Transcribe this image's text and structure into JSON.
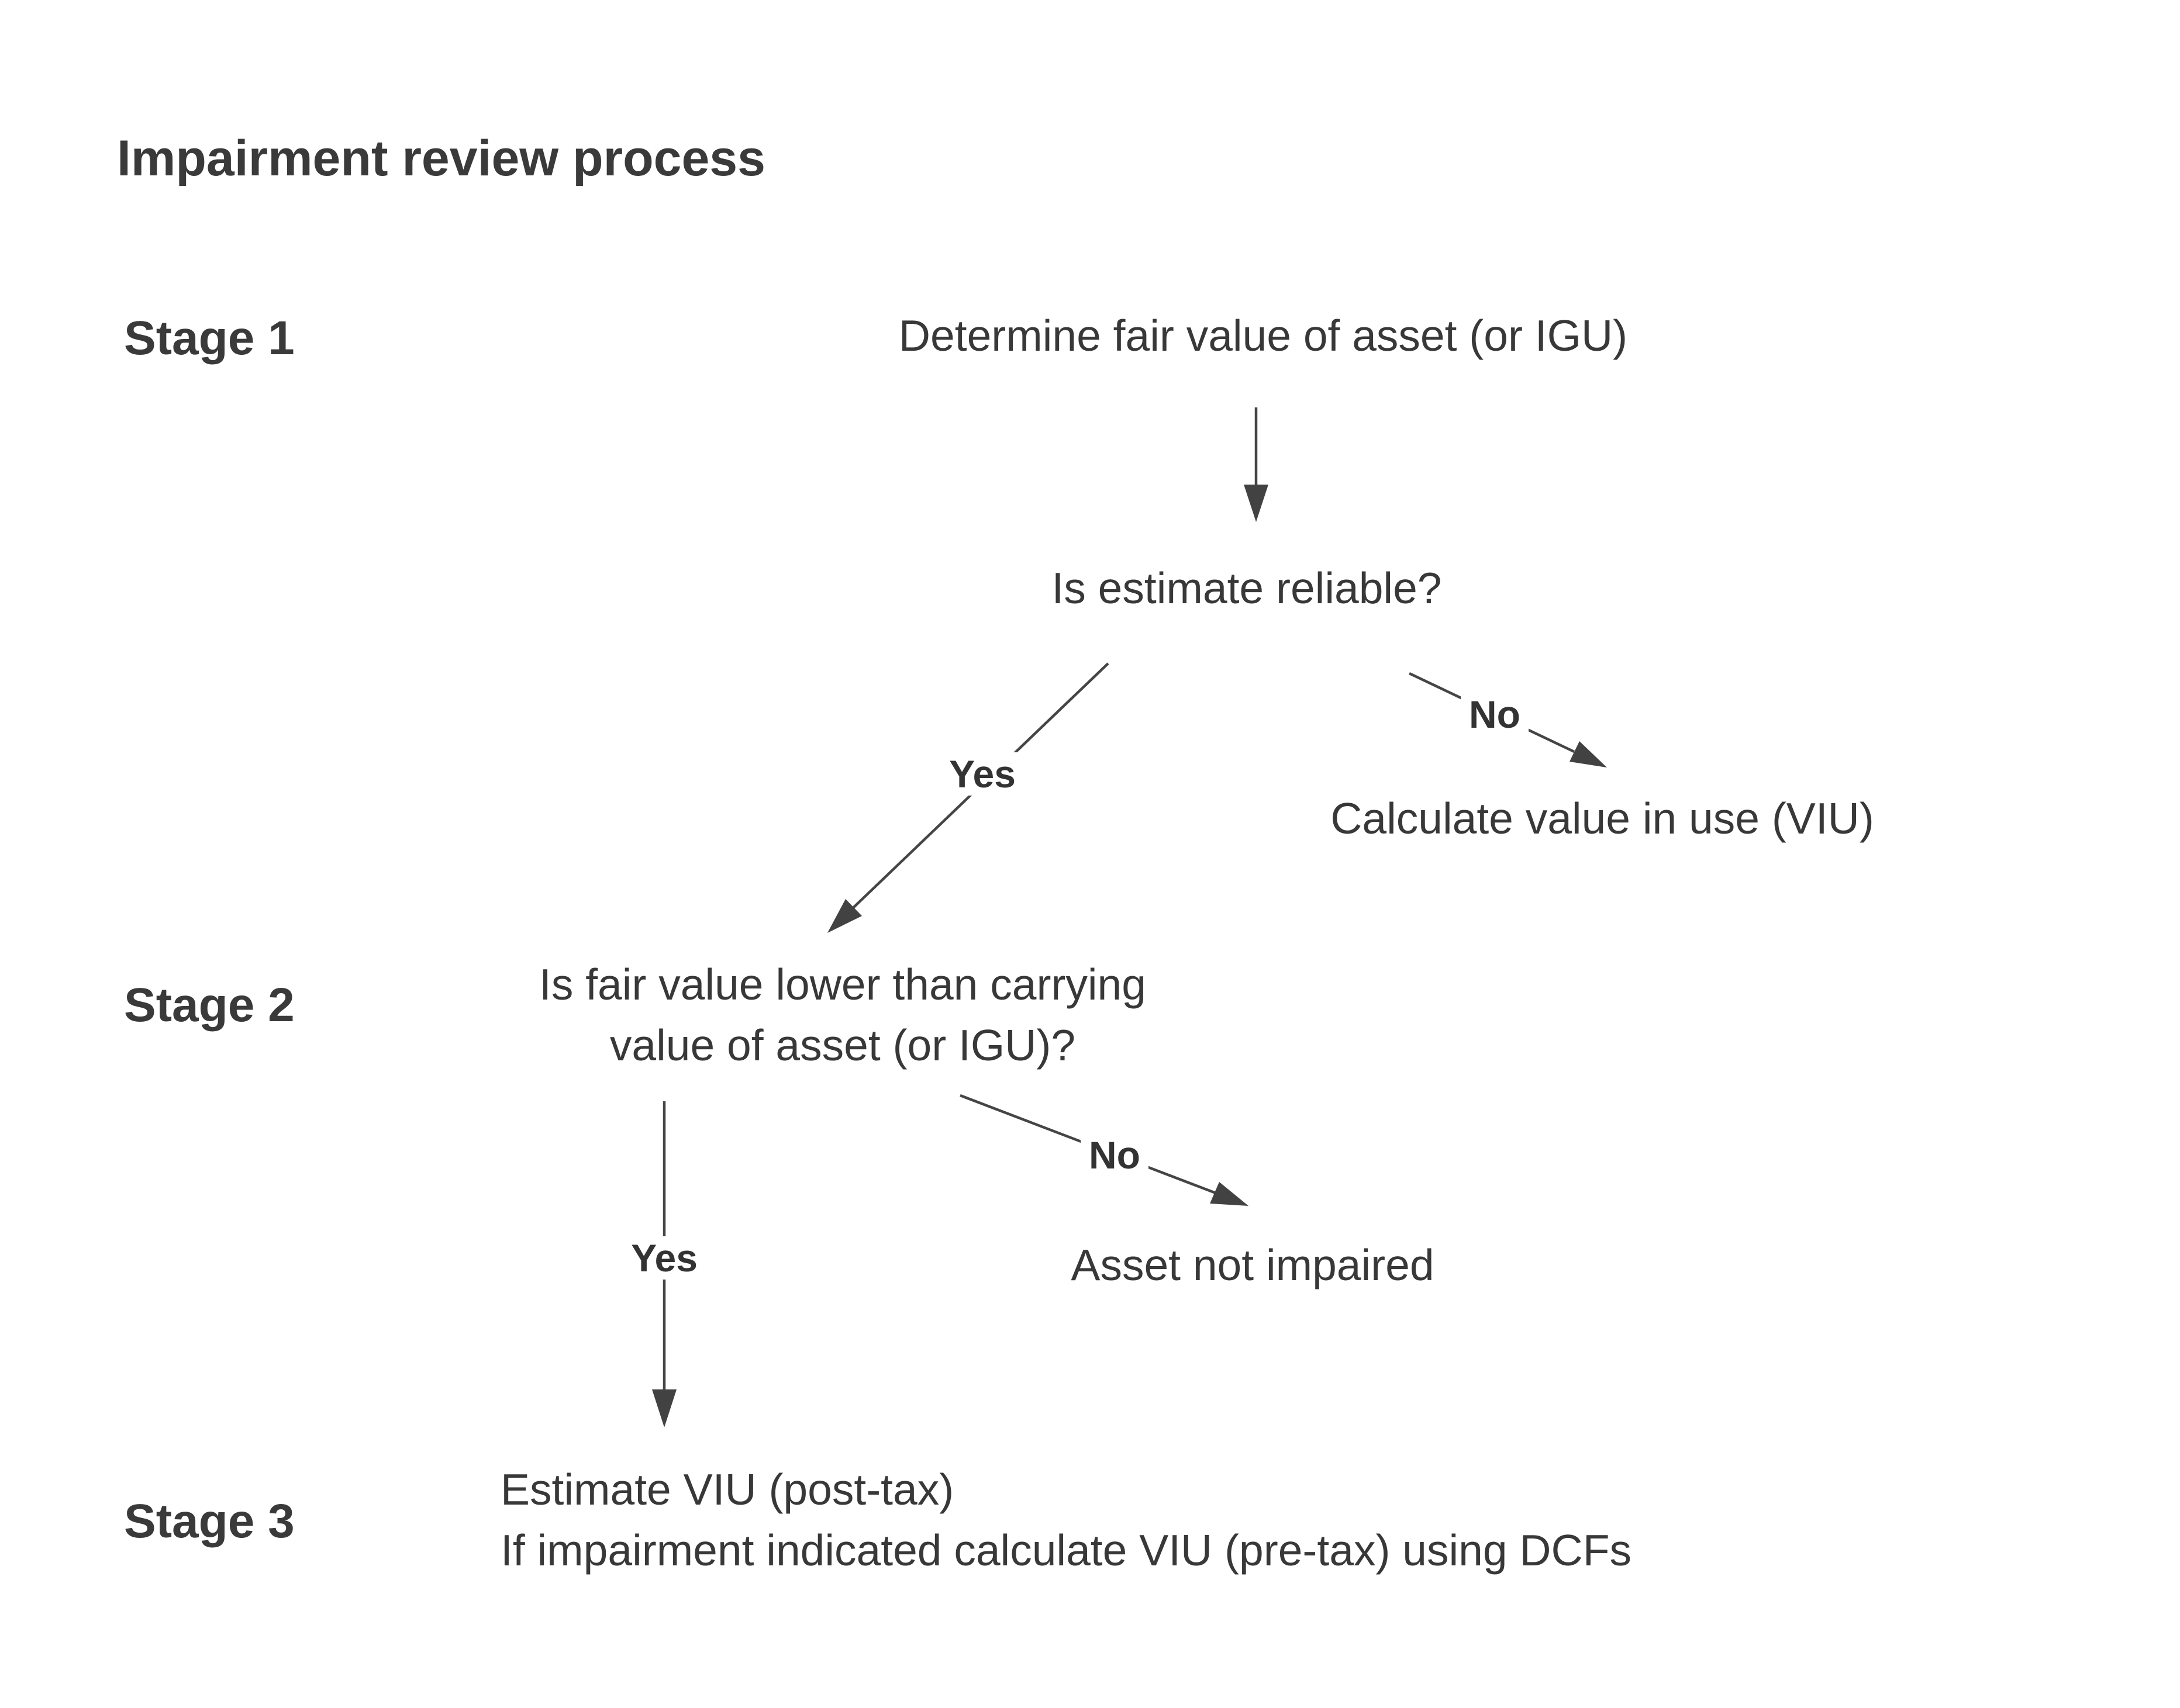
{
  "title": "Impairment review process",
  "stages": [
    {
      "label": "Stage 1"
    },
    {
      "label": "Stage 2"
    },
    {
      "label": "Stage 3"
    }
  ],
  "nodes": {
    "determine": "Determine fair value of asset (or IGU)",
    "reliable": "Is estimate reliable?",
    "calc_viu": "Calculate value in use (VIU)",
    "fv_lower_line1": "Is fair value lower than carrying",
    "fv_lower_line2": "value of asset (or IGU)?",
    "not_impaired": "Asset not impaired",
    "stage3_line1": "Estimate VIU (post-tax)",
    "stage3_line2": "If impairment indicated calculate VIU (pre-tax) using DCFs"
  },
  "edges": {
    "yes1": "Yes",
    "no1": "No",
    "yes2": "Yes",
    "no2": "No"
  },
  "colors": {
    "background": "#ffffff",
    "text": "#383838",
    "arrow": "#454545"
  }
}
